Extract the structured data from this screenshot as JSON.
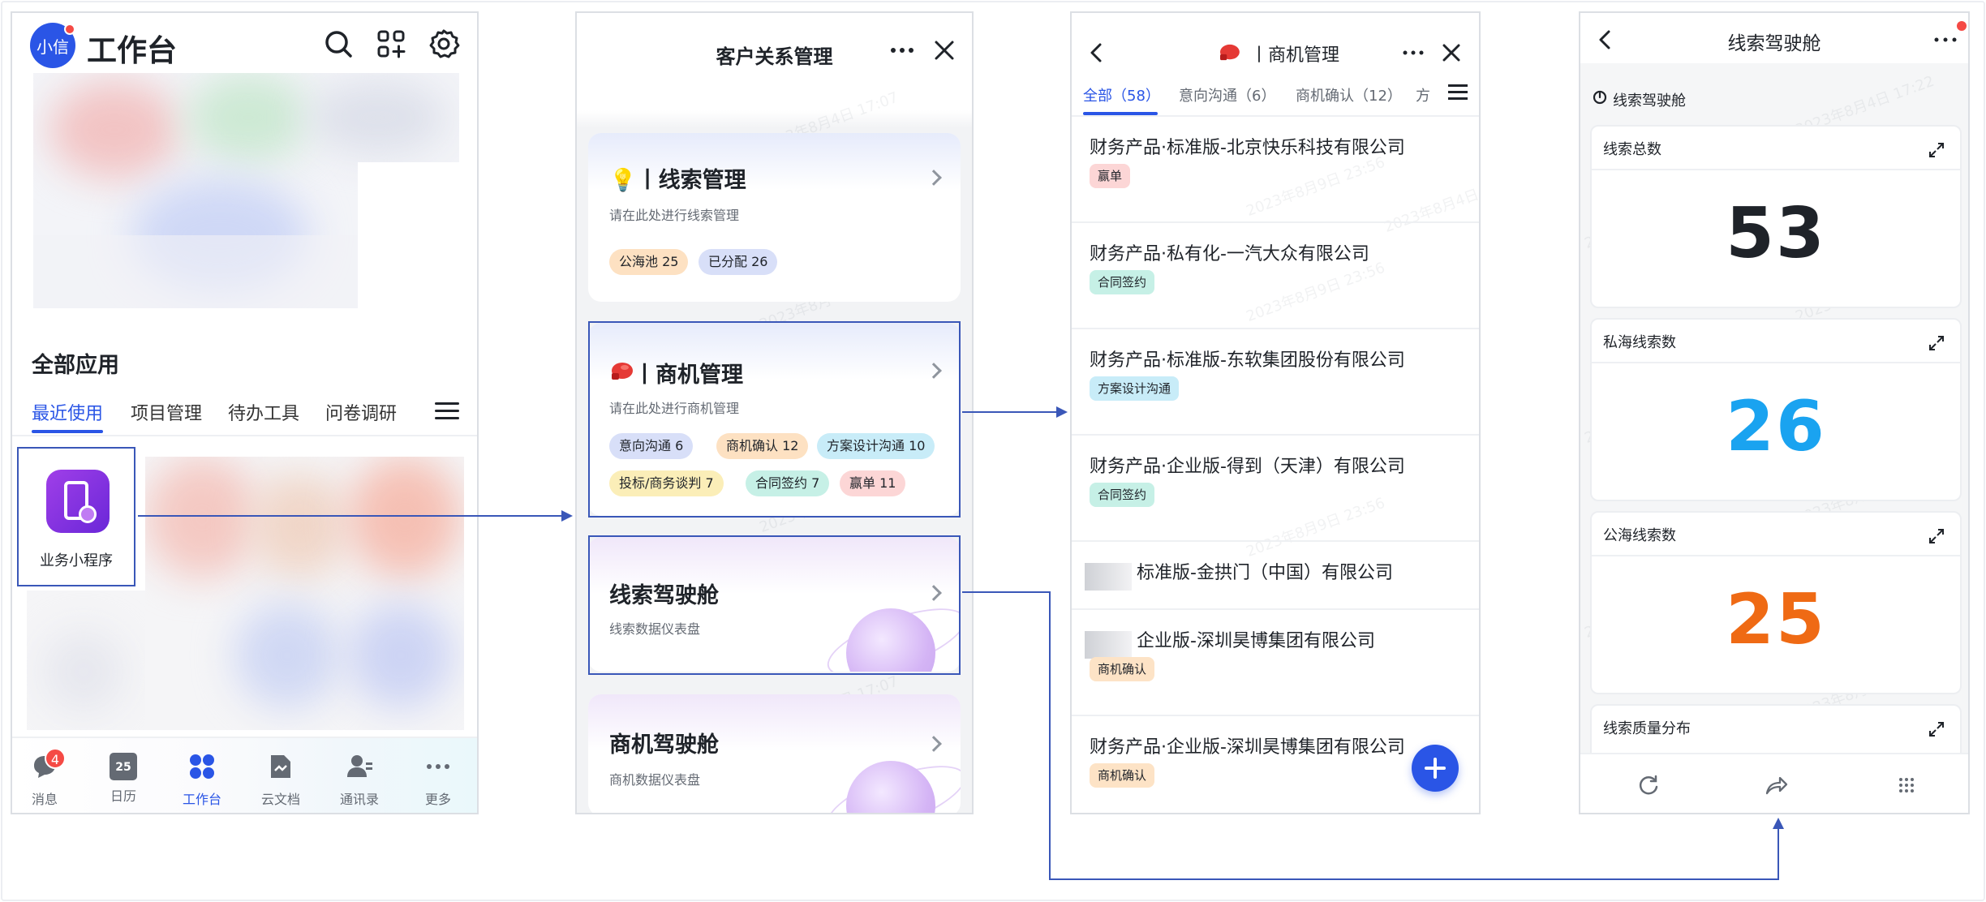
{
  "workbench": {
    "avatar_text": "小信",
    "title": "工作台",
    "section_title": "全部应用",
    "tabs": [
      "最近使用",
      "项目管理",
      "待办工具",
      "问卷调研"
    ],
    "app_label": "业务小程序",
    "bottom_nav": [
      {
        "label": "消息",
        "badge": "4"
      },
      {
        "label": "日历",
        "date": "25"
      },
      {
        "label": "工作台"
      },
      {
        "label": "云文档"
      },
      {
        "label": "通讯录"
      },
      {
        "label": "更多"
      }
    ]
  },
  "crm": {
    "title": "客户关系管理",
    "cards": [
      {
        "title": "💡丨线索管理",
        "subtitle": "请在此处进行线索管理",
        "tags": [
          "公海池 25",
          "已分配 26"
        ]
      },
      {
        "title": "丨商机管理",
        "subtitle": "请在此处进行商机管理",
        "tags": [
          "意向沟通 6",
          "商机确认 12",
          "方案设计沟通 10",
          "投标/商务谈判 7",
          "合同签约 7",
          "赢单 11"
        ]
      },
      {
        "title": "线索驾驶舱",
        "subtitle": "线索数据仪表盘"
      },
      {
        "title": "商机驾驶舱",
        "subtitle": "商机数据仪表盘"
      }
    ]
  },
  "opportunity": {
    "title": "丨商机管理",
    "tabs": [
      "全部（58）",
      "意向沟通（6）",
      "商机确认（12）",
      "方"
    ],
    "items": [
      {
        "name": "财务产品·标准版-北京快乐科技有限公司",
        "tag": "赢单",
        "tag_color": "#fcd6d6"
      },
      {
        "name": "财务产品·私有化-一汽大众有限公司",
        "tag": "合同签约",
        "tag_color": "#c6f0e6"
      },
      {
        "name": "财务产品·标准版-东软集团股份有限公司",
        "tag": "方案设计沟通",
        "tag_color": "#c8ecf8"
      },
      {
        "name": "财务产品·企业版-得到（天津）有限公司",
        "tag": "合同签约",
        "tag_color": "#c6f0e6"
      },
      {
        "name": "标准版-金拱门（中国）有限公司",
        "tag": ""
      },
      {
        "name": "企业版-深圳昊博集团有限公司",
        "tag": "商机确认",
        "tag_color": "#fde3c6"
      },
      {
        "name": "财务产品·企业版-深圳昊博集团有限公司",
        "tag": "商机确认",
        "tag_color": "#fde3c6"
      }
    ]
  },
  "cockpit": {
    "title": "线索驾驶舱",
    "subtitle": "线索驾驶舱",
    "cards": [
      {
        "title": "线索总数",
        "value": "53",
        "color": "#1f2329"
      },
      {
        "title": "私海线索数",
        "value": "26",
        "color": "#1aa3f0"
      },
      {
        "title": "公海线索数",
        "value": "25",
        "color": "#ef6a14"
      },
      {
        "title": "线索质量分布"
      }
    ]
  },
  "watermarks": {
    "w1": "2023年8月4日 17:07",
    "w2": "2023年8月9日 23:56",
    "w3": "2023年8月4日 17:22"
  }
}
